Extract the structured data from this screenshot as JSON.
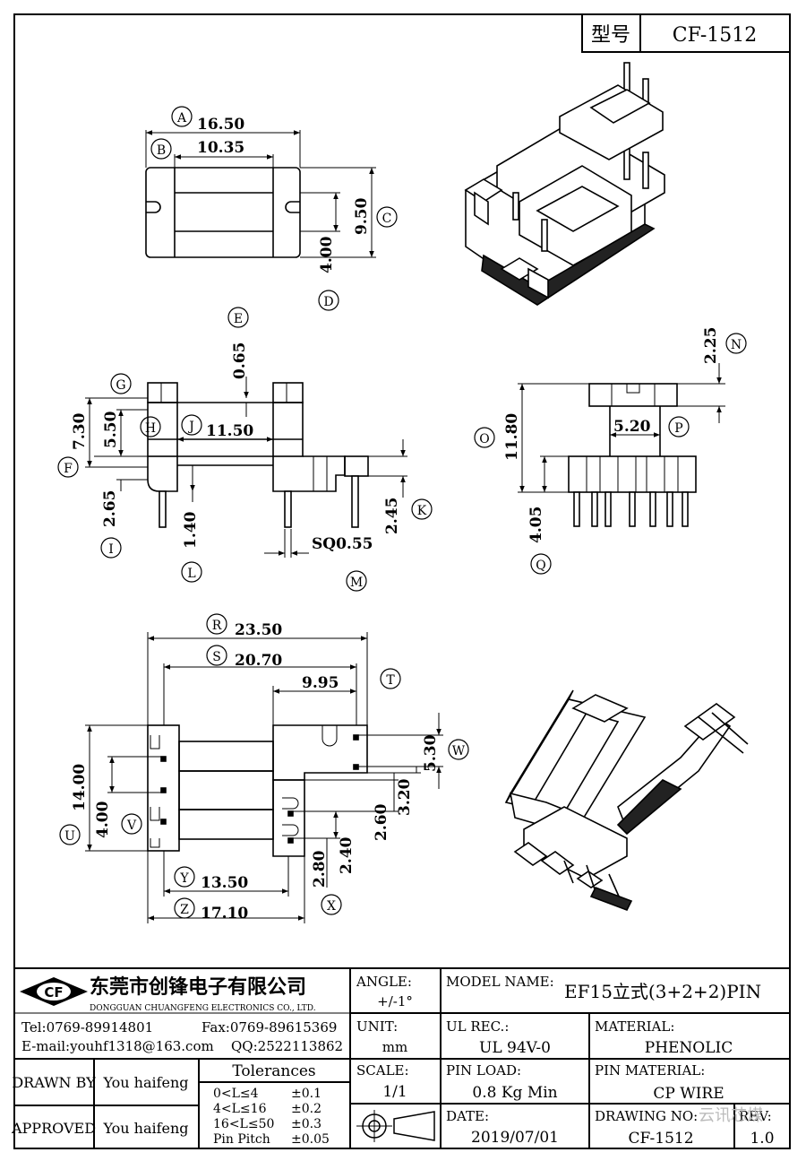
{
  "header": {
    "model_label": "型号",
    "model_value": "CF-1512"
  },
  "dims_top": {
    "A": {
      "letter": "A",
      "value": "16.50"
    },
    "B": {
      "letter": "B",
      "value": "10.35"
    },
    "C": {
      "letter": "C",
      "value": "9.50"
    },
    "D": {
      "letter": "D",
      "value": "4.00"
    }
  },
  "dims_side": {
    "E": {
      "letter": "E",
      "value": "0.65"
    },
    "G": {
      "letter": "G",
      "value": "7.30"
    },
    "H": {
      "letter": "H",
      "value": "5.50"
    },
    "J": {
      "letter": "J",
      "value": "11.50"
    },
    "F": {
      "letter": "F"
    },
    "I": {
      "letter": "I",
      "value": "2.65"
    },
    "L": {
      "letter": "L",
      "value": "1.40"
    },
    "K": {
      "letter": "K",
      "value": "2.45"
    },
    "M": {
      "letter": "M",
      "value": "SQ0.55"
    }
  },
  "dims_front": {
    "N": {
      "letter": "N",
      "value": "2.25"
    },
    "O": {
      "letter": "O",
      "value": "11.80"
    },
    "P": {
      "letter": "P",
      "value": "5.20"
    },
    "Q": {
      "letter": "Q",
      "value": "4.05"
    }
  },
  "dims_bottom": {
    "R": {
      "letter": "R",
      "value": "23.50"
    },
    "S": {
      "letter": "S",
      "value": "20.70"
    },
    "T": {
      "letter": "T",
      "value": "9.95"
    },
    "W": {
      "letter": "W",
      "value": "5.30"
    },
    "U": {
      "letter": "U",
      "value": "14.00"
    },
    "V": {
      "letter": "V",
      "value": "4.00"
    },
    "Y": {
      "letter": "Y",
      "value": "13.50"
    },
    "Z": {
      "letter": "Z",
      "value": "17.10"
    },
    "X": {
      "letter": "X",
      "value": "2.80"
    },
    "n240": "2.40",
    "n260": "2.60",
    "n320": "3.20"
  },
  "titleblock": {
    "company_cn": "东莞市创锋电子有限公司",
    "company_en": "DONGGUAN CHUANGFENG ELECTRONICS CO., LTD.",
    "logo": "CF",
    "tel": "Tel:0769-89914801",
    "fax": "Fax:0769-89615369",
    "email": "E-mail:youhf1318@163.com",
    "qq": "QQ:2522113862",
    "angle_label": "ANGLE:",
    "angle_value": "+/-1°",
    "model_name_label": "MODEL NAME:",
    "model_name_value": "EF15立式(3+2+2)PIN",
    "unit_label": "UNIT:",
    "unit_value": "mm",
    "ul_label": "UL REC.:",
    "ul_value": "UL 94V-0",
    "material_label": "MATERIAL:",
    "material_value": "PHENOLIC",
    "drawn_by_label": "DRAWN BY",
    "drawn_by_value": "You haifeng",
    "approved_label": "APPROVED",
    "approved_value": "You haifeng",
    "tolerances_title": "Tolerances",
    "tolerances": [
      {
        "range": "0<L≤4",
        "tol": "±0.1"
      },
      {
        "range": "4<L≤16",
        "tol": "±0.2"
      },
      {
        "range": "16<L≤50",
        "tol": "±0.3"
      },
      {
        "range": "Pin Pitch",
        "tol": "±0.05"
      }
    ],
    "scale_label": "SCALE:",
    "scale_value": "1/1",
    "pin_load_label": "PIN LOAD:",
    "pin_load_value": "0.8 Kg Min",
    "pin_material_label": "PIN MATERIAL:",
    "pin_material_value": "CP WIRE",
    "date_label": "DATE:",
    "date_value": "2019/07/01",
    "drawing_no_label": "DRAWING NO:",
    "drawing_no_value": "CF-1512",
    "rev_label": "REV:",
    "rev_value": "1.0",
    "watermark": "云讯芯煤"
  }
}
